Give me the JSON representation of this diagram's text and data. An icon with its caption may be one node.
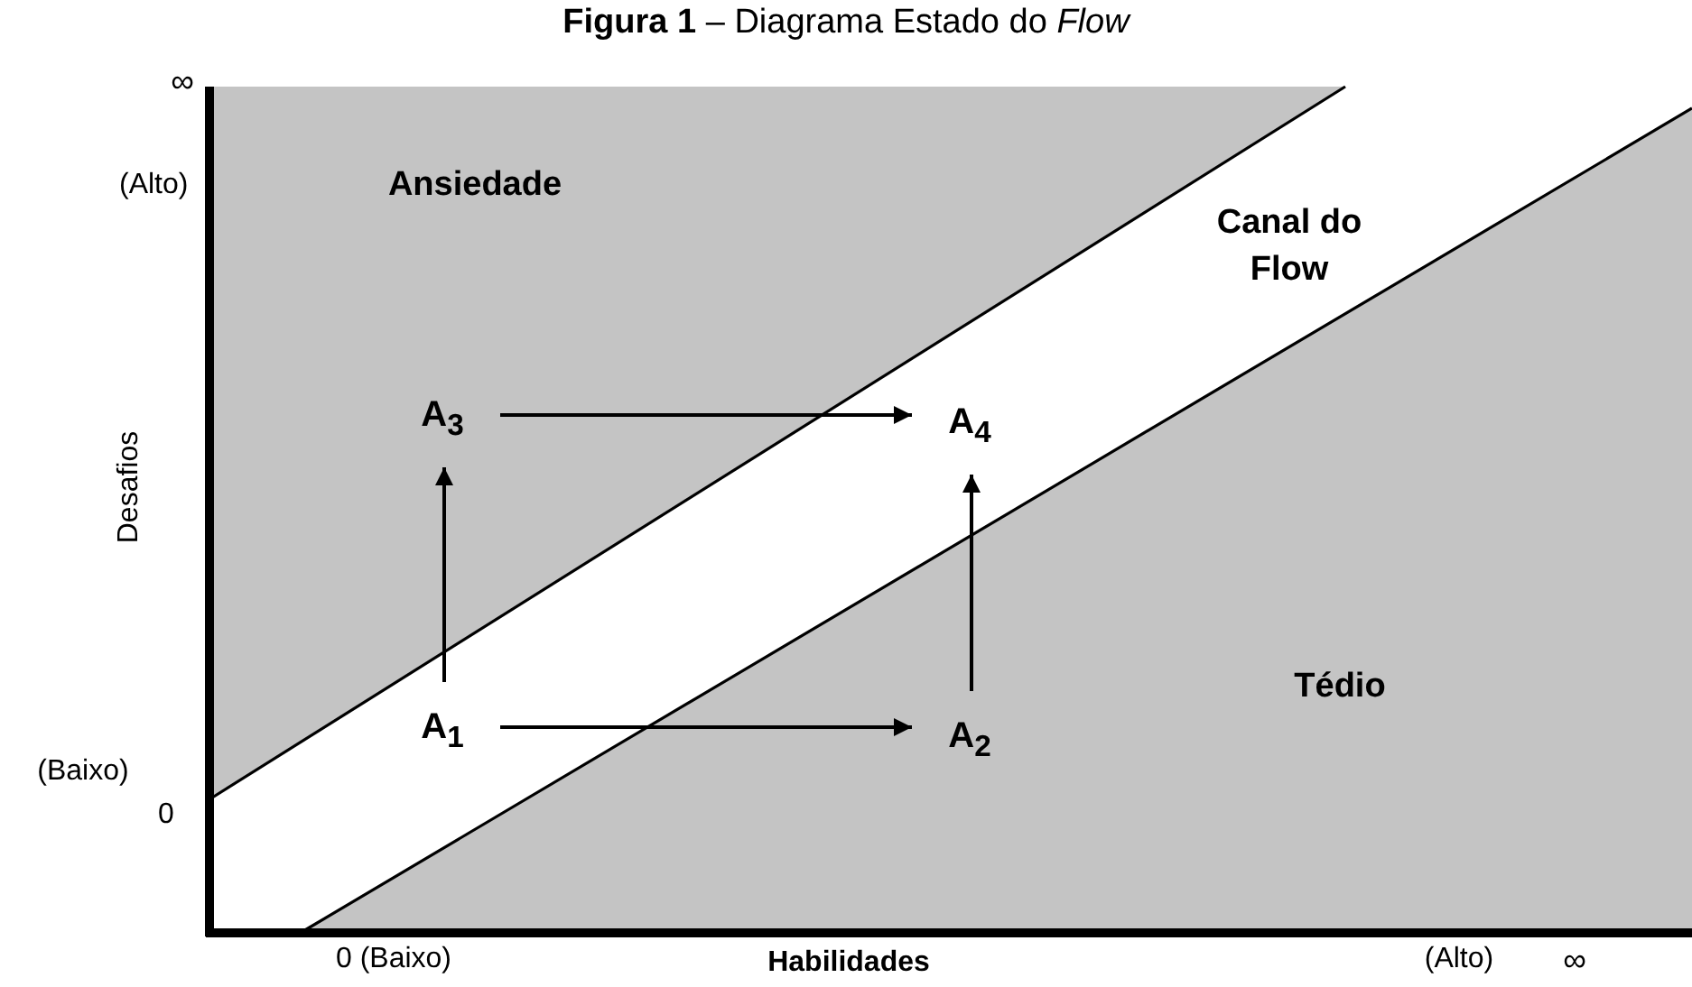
{
  "diagram": {
    "title": "**Figura 1** – Diagrama Estado do *Flow*",
    "nodes": [
      {
        "text": [
          "A$_{1}$"
        ]
      },
      {
        "text": [
          "A$_{2}$"
        ]
      },
      {
        "text": [
          "A$_{3}$"
        ]
      },
      {
        "text": [
          "A$_{4}$"
        ]
      }
    ],
    "edges": [
      {
        "from": 0,
        "to": 1,
        "arrow": "to"
      },
      {
        "from": 0,
        "to": 2,
        "arrow": "to"
      },
      {
        "from": 2,
        "to": 3,
        "arrow": "to"
      },
      {
        "from": 1,
        "to": 3,
        "arrow": "to"
      }
    ],
    "labels": [
      "∞",
      "(Alto)",
      "Ansiedade",
      "Canal do Flow",
      "Desafios",
      "Tédio",
      "(Baixo)",
      "0",
      "0 (Baixo)",
      "Habilidades",
      "(Alto)",
      "∞"
    ]
  }
}
